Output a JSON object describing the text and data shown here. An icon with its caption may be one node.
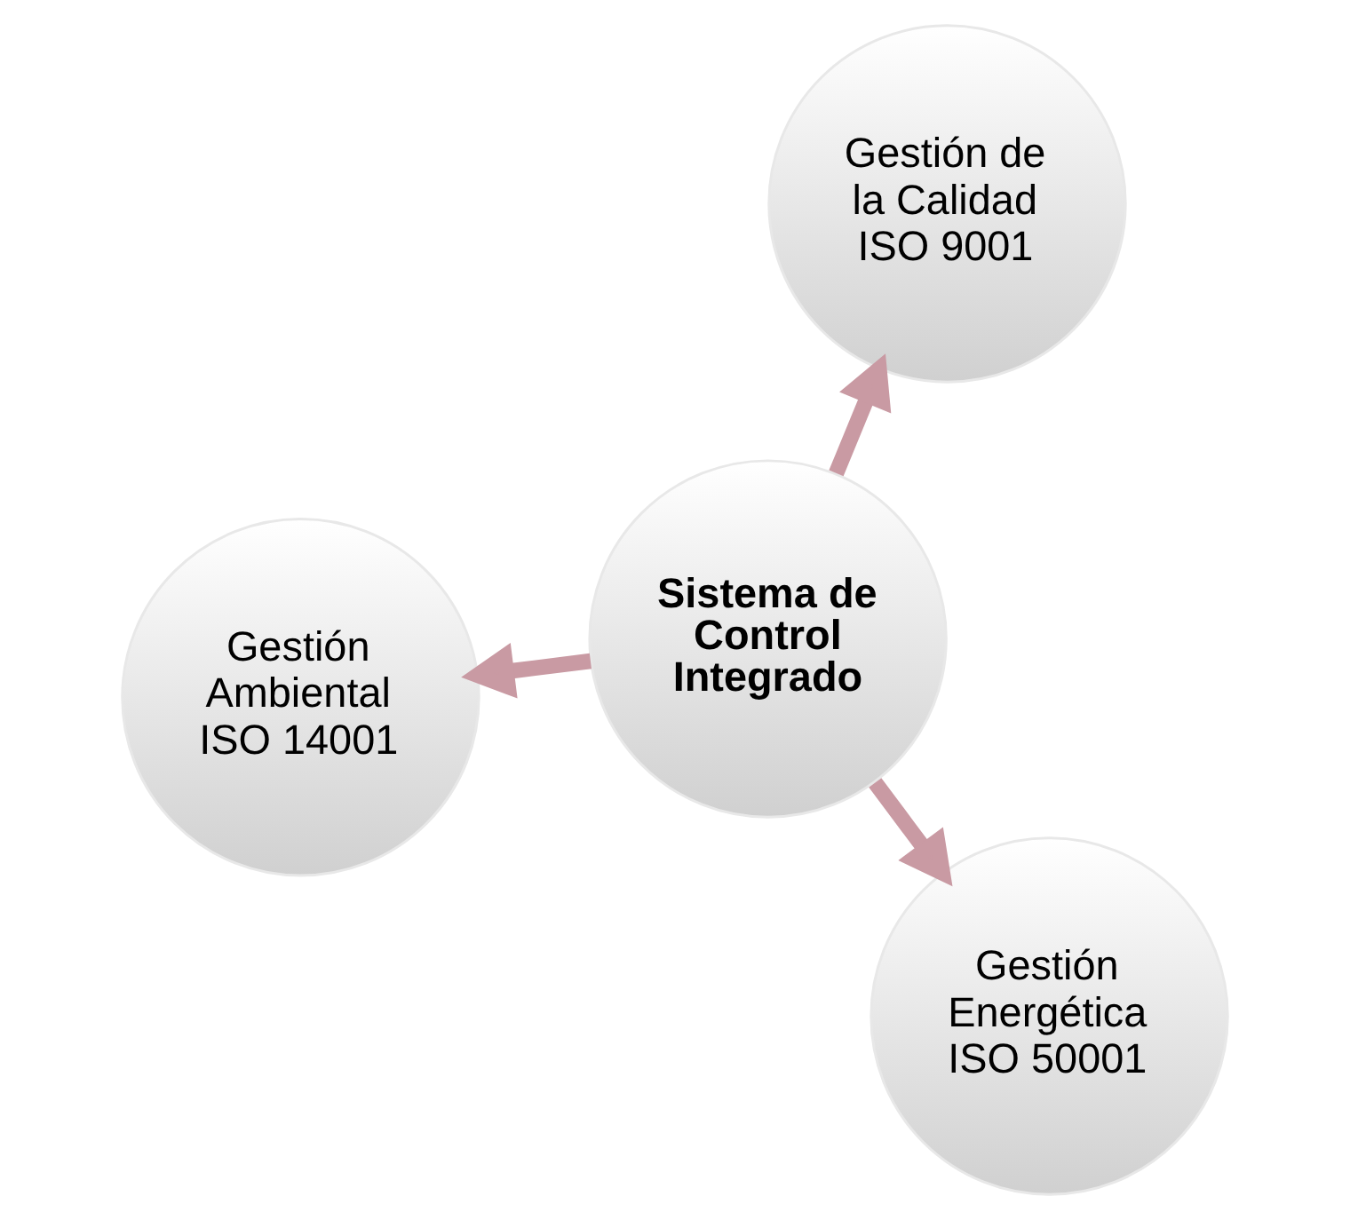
{
  "diagram": {
    "nodes": [
      {
        "text": [
          "Gestión Ambiental ISO 14001"
        ]
      },
      {
        "text": [
          "Sistema de Control Integrado"
        ]
      },
      {
        "text": [
          "Gestión Energética ISO 50001"
        ]
      },
      {
        "text": [
          "Gestión de la Calidad ISO 9001"
        ]
      }
    ],
    "edges": [
      {
        "from": 1,
        "to": 0,
        "arrow": "to"
      },
      {
        "from": 1,
        "to": 2,
        "arrow": "to"
      },
      {
        "from": 1,
        "to": 3,
        "arrow": "to"
      }
    ]
  }
}
